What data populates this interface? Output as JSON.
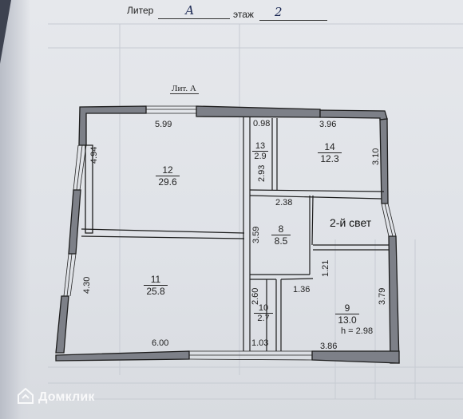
{
  "header": {
    "liter_label": "Литер",
    "liter_value": "А",
    "floor_label": "этаж",
    "floor_value": "2"
  },
  "plan_caption": "Лит. А",
  "rooms": {
    "r12": {
      "number": "12",
      "area": "29.6"
    },
    "r13": {
      "number": "13",
      "area": "2.9"
    },
    "r14": {
      "number": "14",
      "area": "12.3"
    },
    "r8": {
      "number": "8",
      "area": "8.5"
    },
    "r11": {
      "number": "11",
      "area": "25.8"
    },
    "r10": {
      "number": "10",
      "area": "2.7"
    },
    "r9": {
      "number": "9",
      "area": "13.0"
    }
  },
  "second_light_label": "2-й свет",
  "height_note": "h = 2.98",
  "dimensions": {
    "top_left_width": "5.99",
    "top_corridor_width": "0.98",
    "top_right_width": "3.96",
    "left_upper_height": "4.94",
    "left_lower_height": "4.30",
    "r13_height": "2.93",
    "r14_height": "3.10",
    "r8_width": "2.38",
    "r8_height": "3.59",
    "small_height": "1.21",
    "r10_height": "2.60",
    "r9_step_width": "1.36",
    "r9_height": "3.79",
    "bottom_left_width": "6.00",
    "bottom_corridor_width": "1.03",
    "bottom_right_width": "3.86"
  },
  "watermark": {
    "brand": "Домклик",
    "icon": "domclick-logo-icon"
  }
}
